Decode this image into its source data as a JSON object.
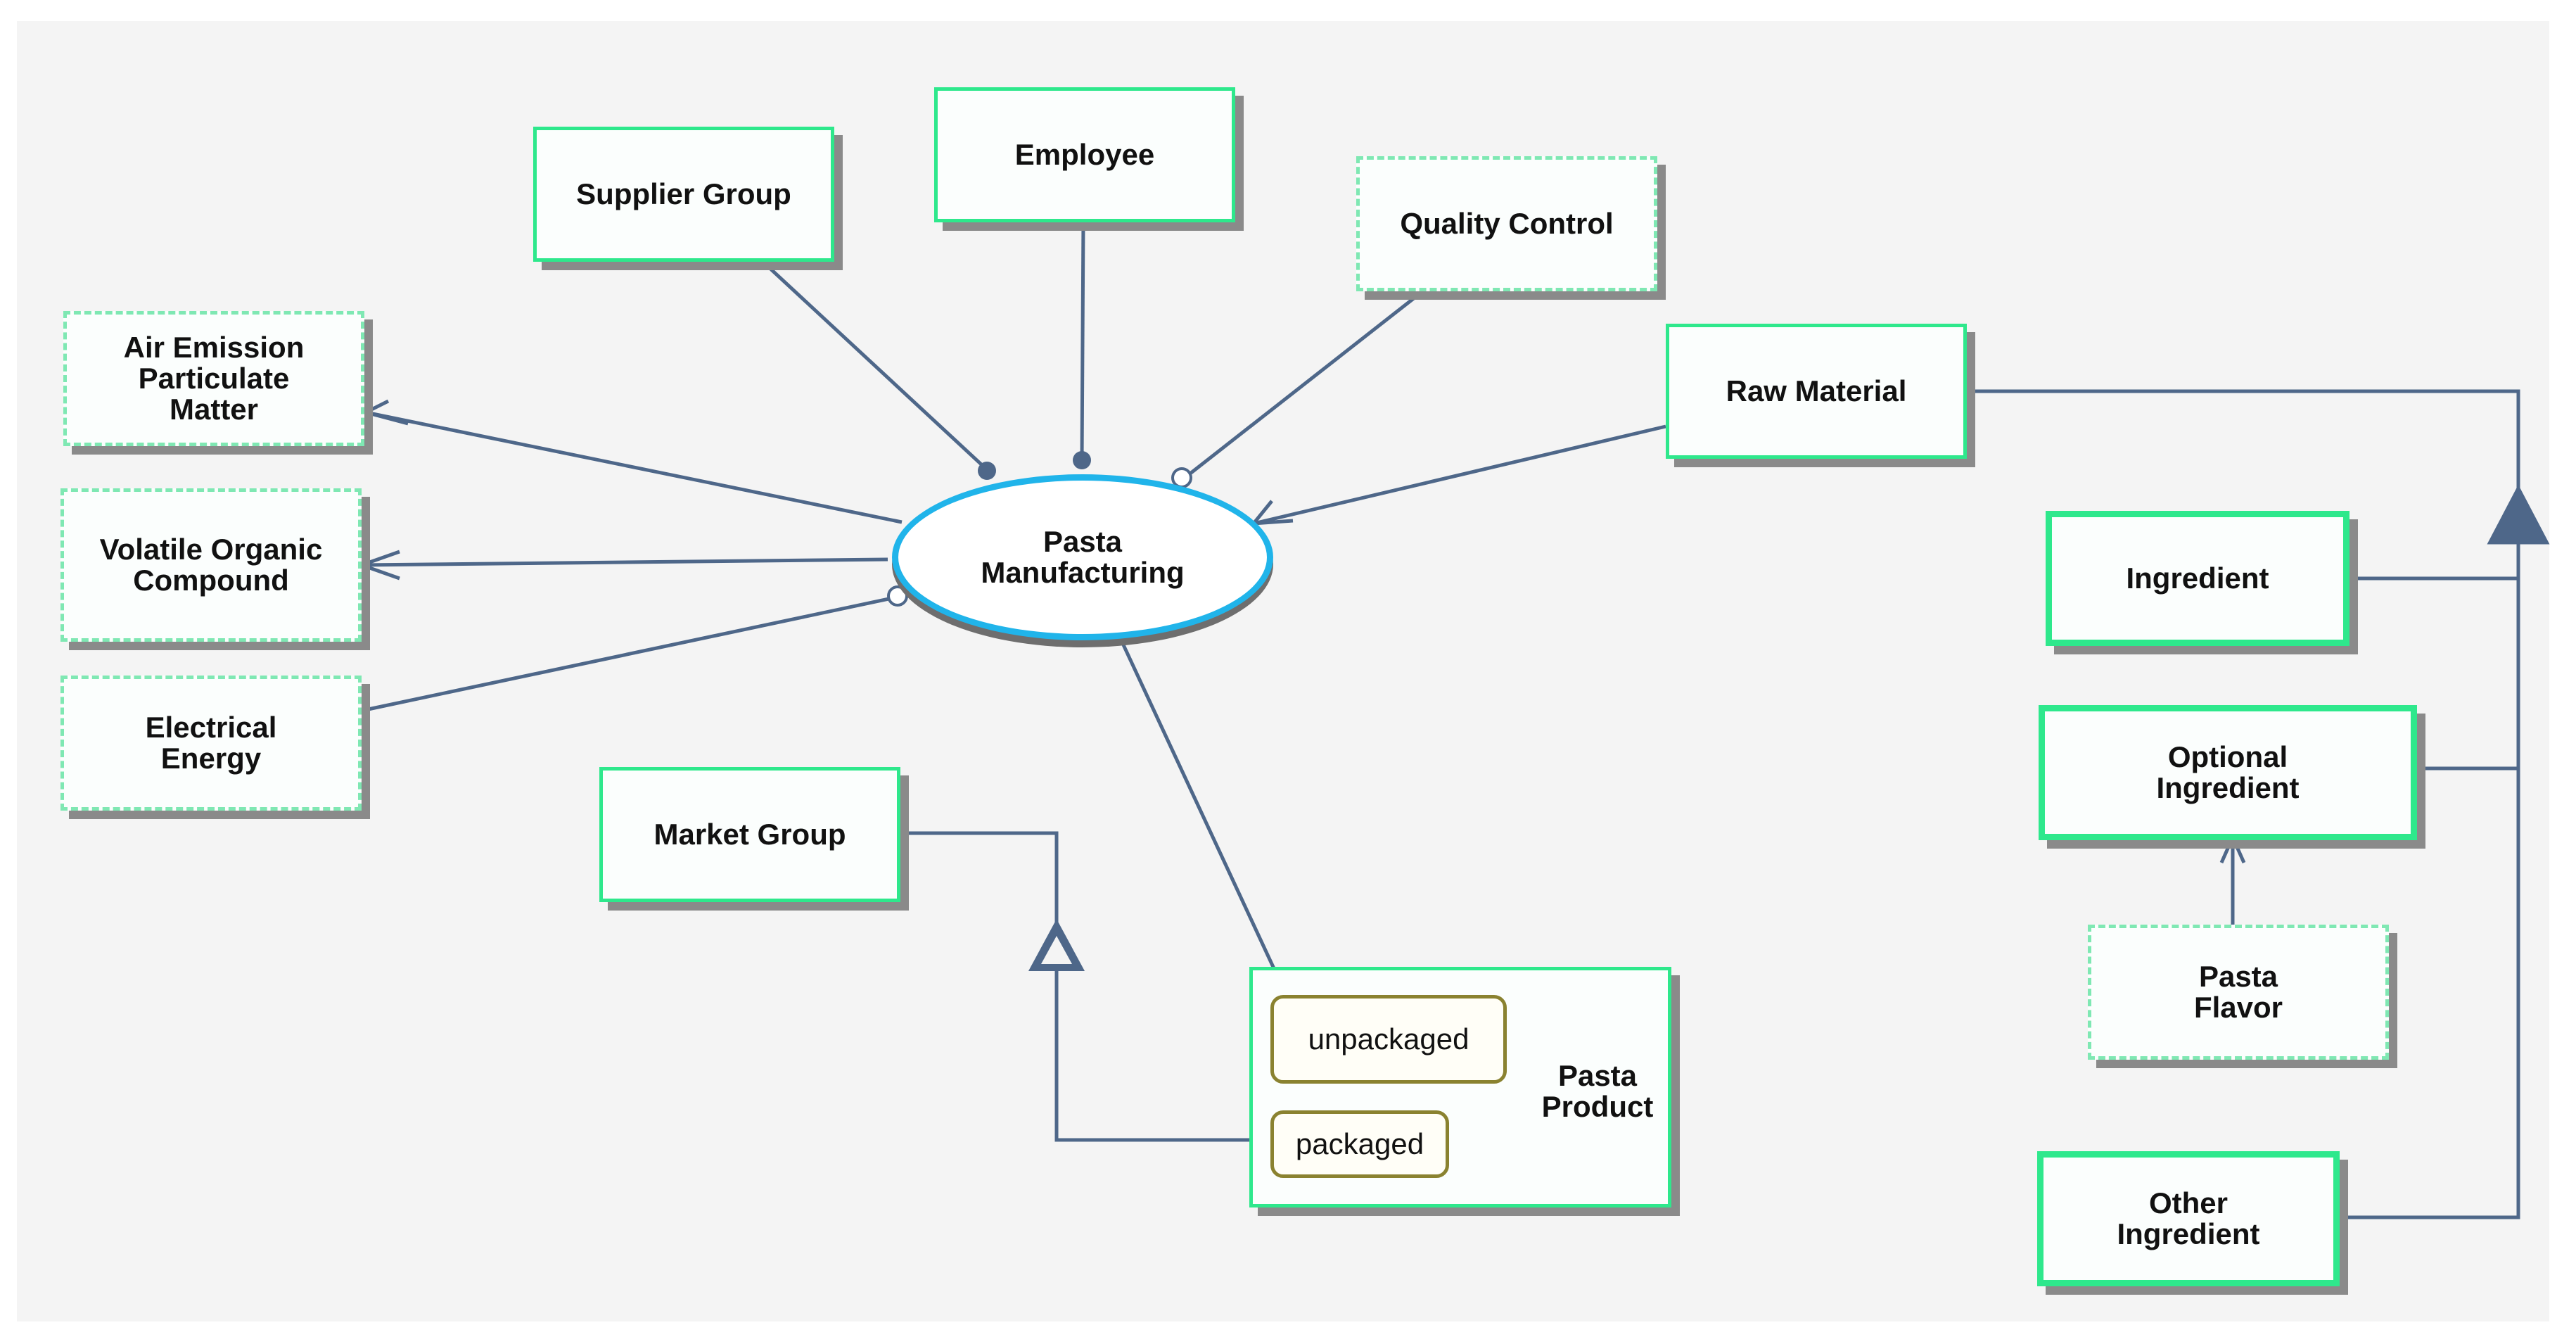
{
  "diagram": {
    "process": {
      "label": "Pasta\nManufacturing"
    },
    "objects": {
      "supplier_group": "Supplier Group",
      "employee": "Employee",
      "quality_control": "Quality Control",
      "air_emission": "Air Emission\nParticulate\nMatter",
      "voc": "Volatile Organic\nCompound",
      "electrical_energy": "Electrical\nEnergy",
      "raw_material": "Raw Material",
      "ingredient": "Ingredient",
      "optional_ingredient": "Optional\nIngredient",
      "pasta_flavor": "Pasta\nFlavor",
      "other_ingredient": "Other\nIngredient",
      "market_group": "Market Group",
      "pasta_product": "Pasta\nProduct"
    },
    "states": {
      "unpackaged": "unpackaged",
      "packaged": "packaged"
    },
    "colors": {
      "object_border": "#2ee88c",
      "process_border": "#20b4ea",
      "link": "#4e6789",
      "state_border": "#8a8230"
    }
  }
}
